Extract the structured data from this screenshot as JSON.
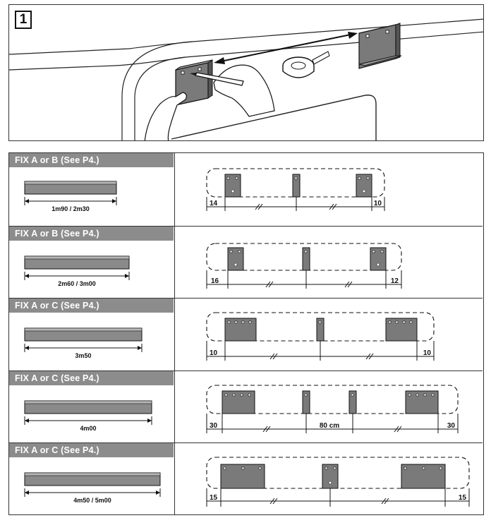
{
  "step": {
    "number": "1",
    "icons": [
      "pencil-icon",
      "tape-measure-icon",
      "hand-icon",
      "bracket-icon"
    ]
  },
  "rows": [
    {
      "fix_label": "FIX A or B (See P4.)",
      "length_label": "1m90 / 2m30",
      "left_offset": "14",
      "right_offset": "10",
      "center_label": ""
    },
    {
      "fix_label": "FIX A or B (See P4.)",
      "length_label": "2m60 / 3m00",
      "left_offset": "16",
      "right_offset": "12",
      "center_label": ""
    },
    {
      "fix_label": "FIX A or C (See P4.)",
      "length_label": "3m50",
      "left_offset": "10",
      "right_offset": "10",
      "center_label": ""
    },
    {
      "fix_label": "FIX A or C (See P4.)",
      "length_label": "4m00",
      "left_offset": "30",
      "right_offset": "30",
      "center_label": "80 cm"
    },
    {
      "fix_label": "FIX A or C (See P4.)",
      "length_label": "4m50 / 5m00",
      "left_offset": "15",
      "right_offset": "15",
      "center_label": ""
    }
  ],
  "colors": {
    "header_bg": "#8c8c8c",
    "bracket_fill": "#7a7a7a",
    "line": "#111111"
  }
}
